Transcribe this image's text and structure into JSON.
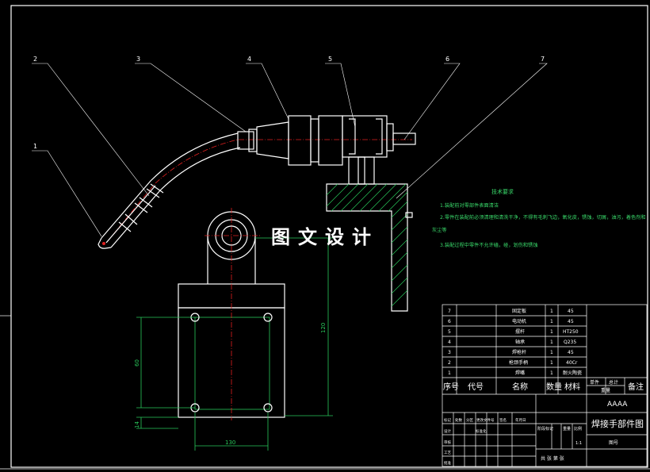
{
  "balloons": [
    "1",
    "2",
    "3",
    "4",
    "5",
    "6",
    "7"
  ],
  "requirements": {
    "title": "技术要求",
    "lines": [
      "1.装配前对零部件表面清洁",
      "2.零件在装配前必须清理和清洗干净，不得有毛刺飞边，氧化皮，锈蚀，切屑，油污，着色剂和",
      "灰尘等",
      "3.装配过程中零件不允许磕，碰，划伤和锈蚀"
    ]
  },
  "watermark": "图文设计",
  "dimensions": {
    "d120": "120",
    "d60": "60",
    "d14": "14",
    "d130": "130"
  },
  "bom": {
    "rows": [
      {
        "no": "7",
        "name": "固定板",
        "qty": "1",
        "mat": "45"
      },
      {
        "no": "6",
        "name": "电动机",
        "qty": "1",
        "mat": "45"
      },
      {
        "no": "5",
        "name": "摆杆",
        "qty": "1",
        "mat": "HT250"
      },
      {
        "no": "4",
        "name": "轴承",
        "qty": "1",
        "mat": "Q235"
      },
      {
        "no": "3",
        "name": "焊枪杆",
        "qty": "1",
        "mat": "45"
      },
      {
        "no": "2",
        "name": "枪颈手柄",
        "qty": "1",
        "mat": "40Cr"
      },
      {
        "no": "1",
        "name": "焊嘴",
        "qty": "1",
        "mat": "耐火陶瓷"
      }
    ],
    "header": {
      "no": "序号",
      "code": "代号",
      "name": "名称",
      "qty": "数量",
      "mat": "材料",
      "unit_weight": "单件",
      "total_weight": "总计",
      "weight": "重量",
      "note": "备注"
    }
  },
  "title_block": {
    "company": "AAAA",
    "drawing_title": "焊接手部件图",
    "drawing_no_label": "图号",
    "stage_label": "阶段标记",
    "weight_label": "重量",
    "scale_label": "比例",
    "scale_value": "1:1",
    "sheet_text": "共 张 第 张",
    "left_labels": [
      "标记",
      "处数",
      "分区",
      "更改文件号",
      "签名",
      "年月日"
    ],
    "role_labels": [
      "设计",
      "审核",
      "工艺",
      "批准"
    ],
    "std_label": "标准化"
  }
}
